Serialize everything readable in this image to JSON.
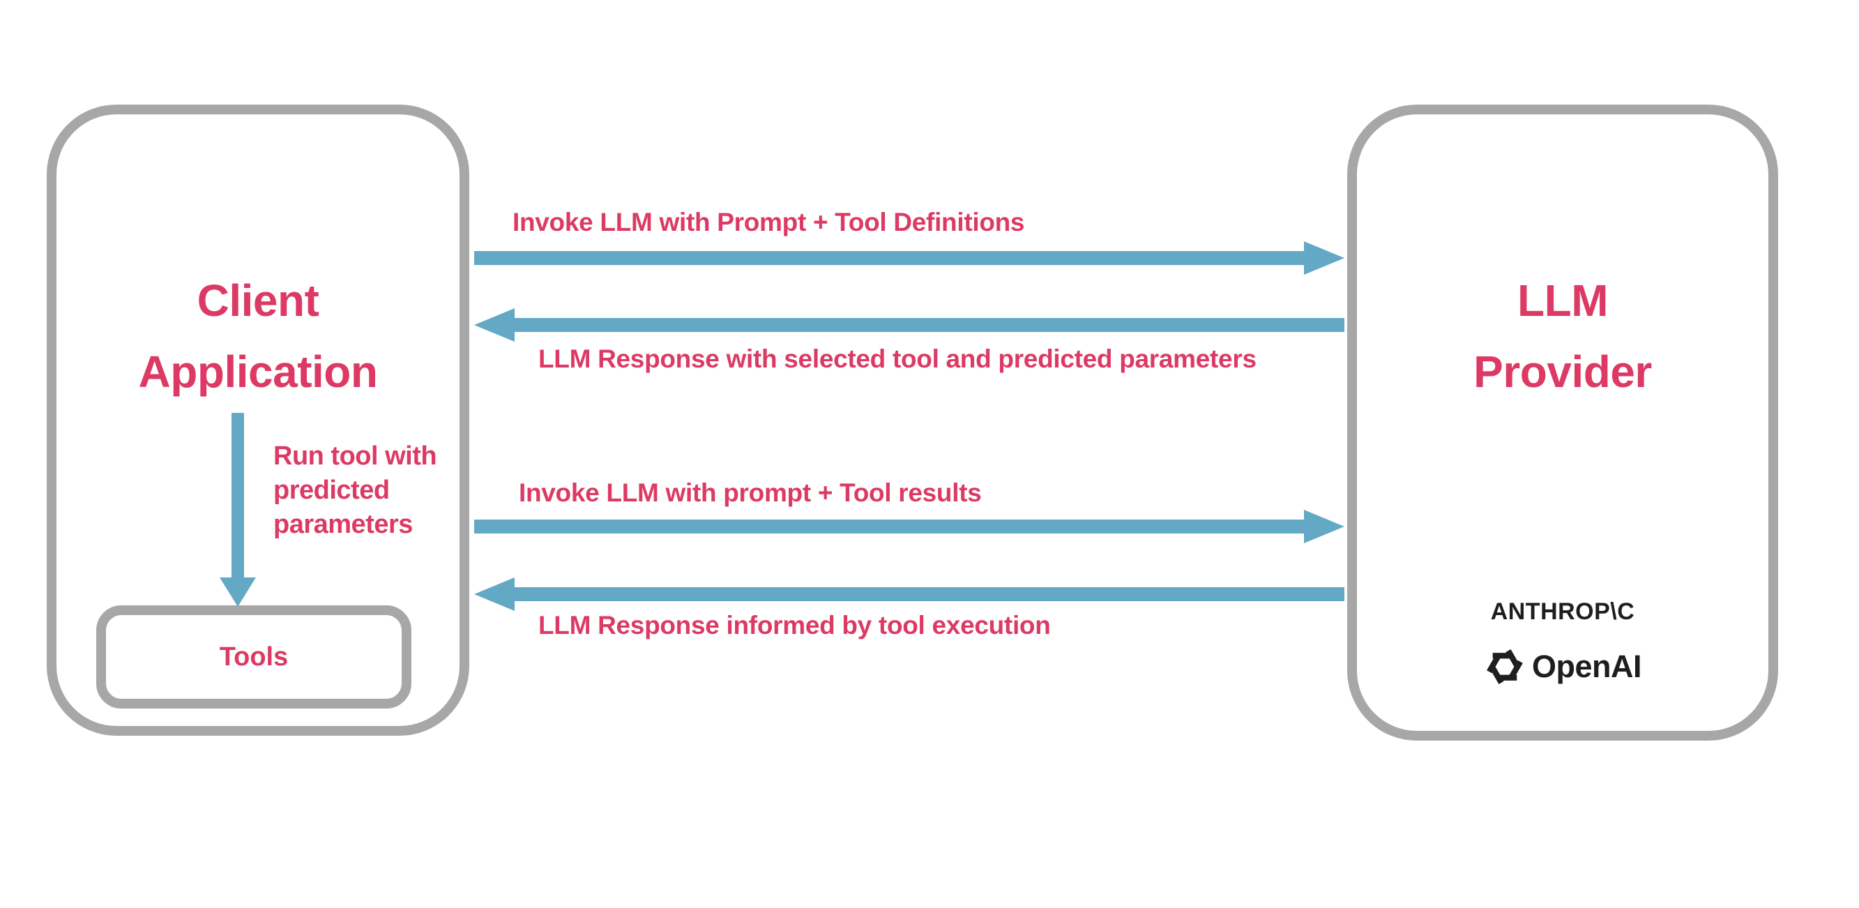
{
  "colors": {
    "accent_pink": "#dc3a64",
    "arrow_blue": "#63a9c5",
    "border_gray": "#a7a7a7",
    "logo_black": "#1e1e1e",
    "background": "#ffffff"
  },
  "client": {
    "title_line1": "Client",
    "title_line2": "Application",
    "run_tool_label_lines": [
      "Run tool with",
      "predicted",
      "parameters"
    ],
    "tools_label": "Tools"
  },
  "provider": {
    "title_line1": "LLM",
    "title_line2": "Provider",
    "logos": {
      "anthropic": "ANTHROP\\C",
      "openai": "OpenAI"
    }
  },
  "messages": [
    {
      "label": "Invoke LLM with Prompt + Tool Definitions",
      "direction": "right"
    },
    {
      "label": "LLM Response with selected tool and predicted parameters",
      "direction": "left"
    },
    {
      "label": "Invoke LLM with prompt + Tool results",
      "direction": "right"
    },
    {
      "label": "LLM Response informed by tool execution",
      "direction": "left"
    }
  ]
}
